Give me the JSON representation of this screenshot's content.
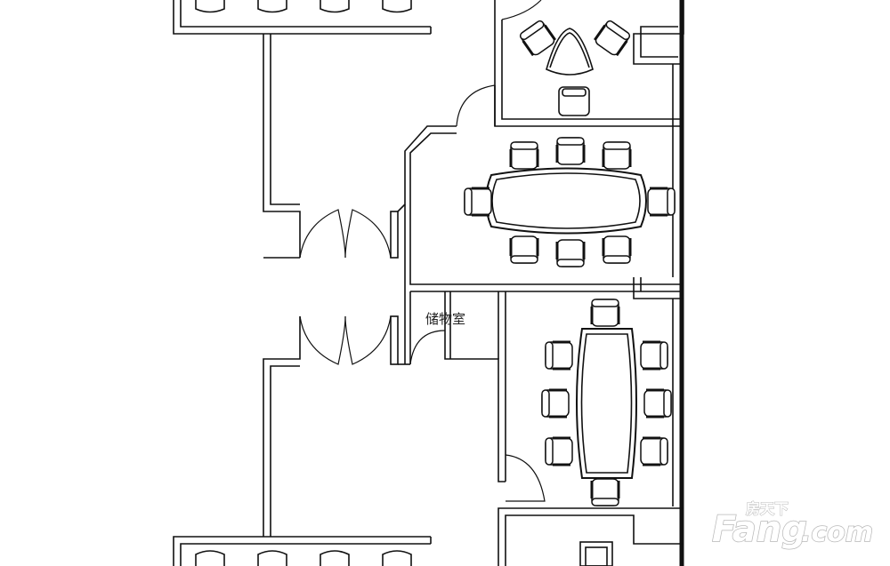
{
  "rooms": {
    "storage_label": "储物室"
  },
  "watermark": {
    "brand": "Fang",
    "suffix": ".com",
    "chinese": "房天下"
  }
}
